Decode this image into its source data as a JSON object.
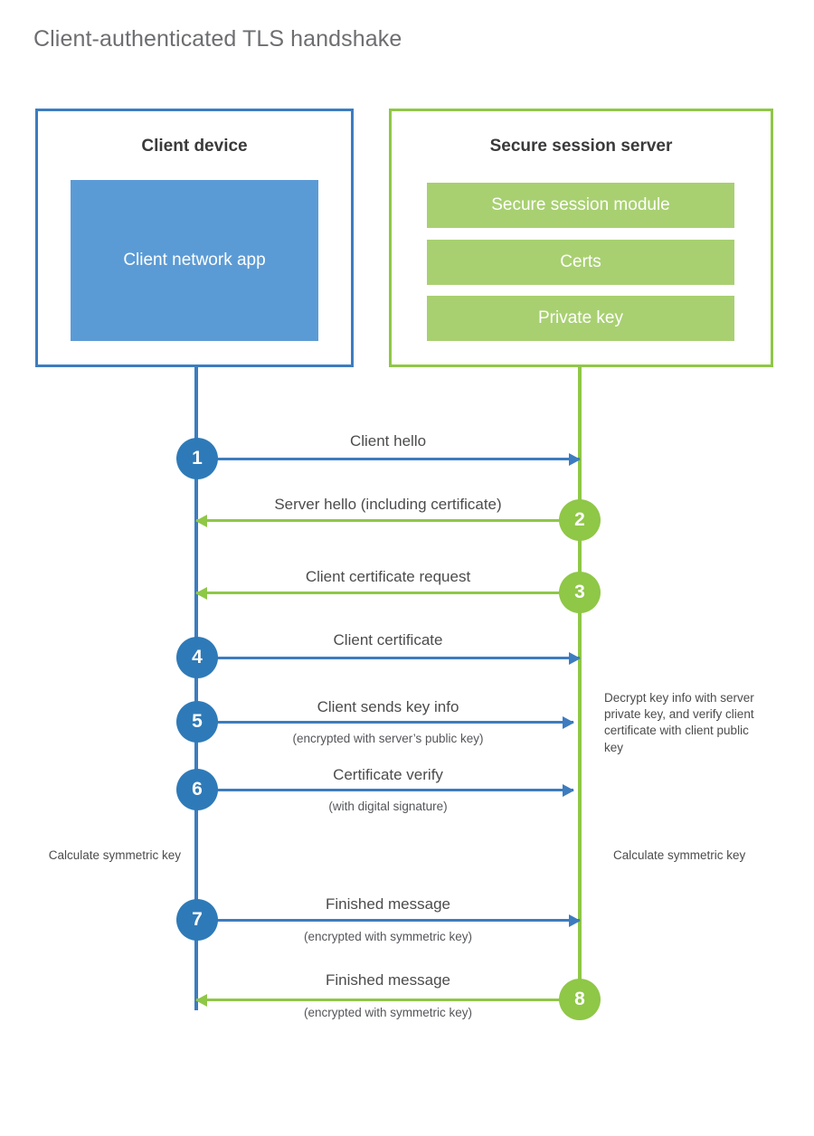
{
  "title": "Client-authenticated TLS handshake",
  "colors": {
    "client_blue": "#3d7cbf",
    "client_block_blue": "#5b9bd5",
    "client_circle_blue": "#2e7ab8",
    "server_green": "#8fc747",
    "server_bar_green": "#a8d071",
    "title_gray": "#6d6e71",
    "text_gray": "#4c4c4e",
    "background": "#ffffff"
  },
  "client": {
    "title": "Client device",
    "app_label": "Client network app"
  },
  "server": {
    "title": "Secure session server",
    "bars": [
      {
        "label": "Secure session module"
      },
      {
        "label": "Certs"
      },
      {
        "label": "Private key"
      }
    ]
  },
  "steps": [
    {
      "number": "1",
      "direction": "client-to-server",
      "label": "Client hello",
      "sublabel": ""
    },
    {
      "number": "2",
      "direction": "server-to-client",
      "label": "Server hello (including certificate)",
      "sublabel": ""
    },
    {
      "number": "3",
      "direction": "server-to-client",
      "label": "Client certificate request",
      "sublabel": ""
    },
    {
      "number": "4",
      "direction": "client-to-server",
      "label": "Client certificate",
      "sublabel": ""
    },
    {
      "number": "5",
      "direction": "client-to-server",
      "label": "Client sends key info",
      "sublabel": "(encrypted with server’s public key)"
    },
    {
      "number": "6",
      "direction": "client-to-server",
      "label": "Certificate verify",
      "sublabel": "(with digital signature)"
    },
    {
      "number": "7",
      "direction": "client-to-server",
      "label": "Finished message",
      "sublabel": "(encrypted with symmetric key)"
    },
    {
      "number": "8",
      "direction": "server-to-client",
      "label": "Finished message",
      "sublabel": "(encrypted with symmetric key)"
    }
  ],
  "annotations": {
    "server_decrypt": "Decrypt key info with server private key, and verify client certificate with client public key",
    "client_symmetric_key": "Calculate symmetric key",
    "server_symmetric_key": "Calculate symmetric key"
  }
}
